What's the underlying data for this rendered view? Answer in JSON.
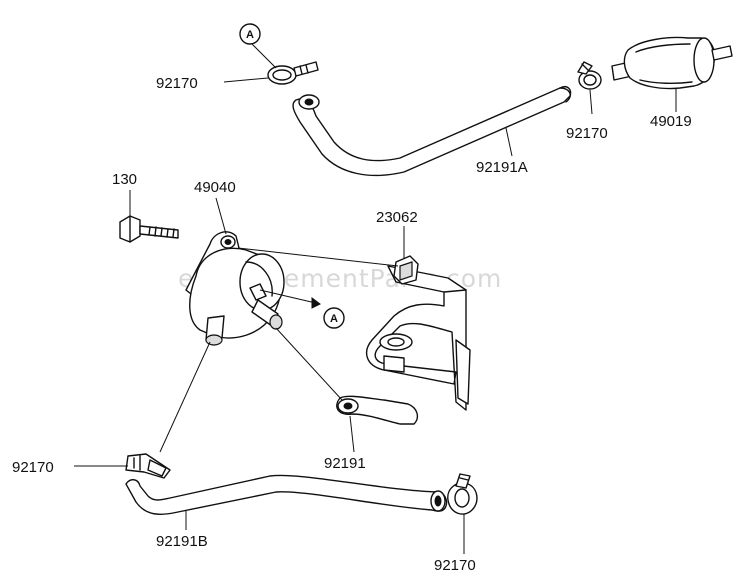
{
  "watermark": "eReplacementParts.com",
  "ref_markers": [
    "A",
    "A"
  ],
  "labels": {
    "p92170_top_left": "92170",
    "p92170_top_right": "92170",
    "p49019": "49019",
    "p92191A": "92191A",
    "p130": "130",
    "p49040": "49040",
    "p23062": "23062",
    "p92191": "92191",
    "p92170_bottom_left": "92170",
    "p92191B": "92191B",
    "p92170_bottom_right": "92170"
  }
}
